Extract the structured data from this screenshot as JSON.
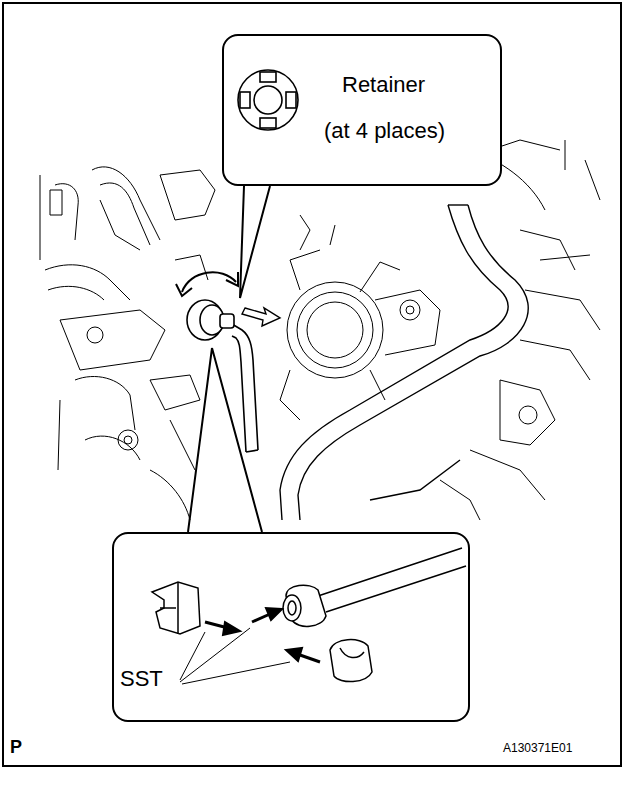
{
  "diagram": {
    "nodes": [
      {
        "text": [
          "Retainer",
          "(at 4 places)"
        ]
      },
      {
        "text": [
          "SST"
        ]
      }
    ],
    "labels": [
      "P",
      "A130371E01"
    ]
  }
}
